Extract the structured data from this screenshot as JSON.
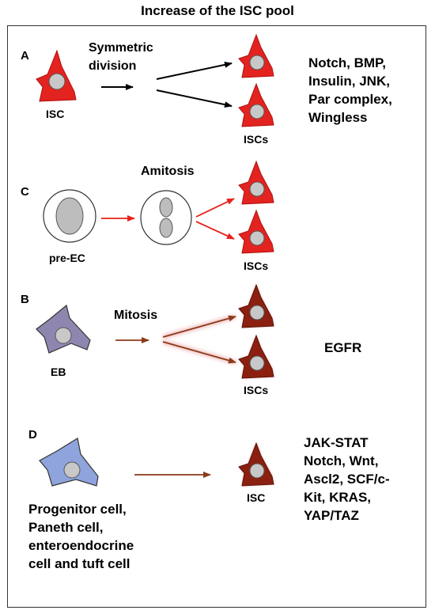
{
  "title": "Increase of the ISC pool",
  "panels": {
    "A": {
      "letter": "A",
      "source_label": "ISC",
      "process_label_1": "Symmetric",
      "process_label_2": "division",
      "target_label": "ISCs",
      "factors": [
        "Notch, BMP,",
        "Insulin,  JNK,",
        "Par complex,",
        "Wingless"
      ]
    },
    "C": {
      "letter": "C",
      "source_label": "pre-EC",
      "process_label": "Amitosis",
      "target_label": "ISCs"
    },
    "B": {
      "letter": "B",
      "source_label": "EB",
      "process_label": "Mitosis",
      "target_label": "ISCs",
      "factors": [
        "EGFR"
      ]
    },
    "D": {
      "letter": "D",
      "source_label": [
        "Progenitor cell,",
        "Paneth cell,",
        "enteroendocrine",
        "cell and tuft cell"
      ],
      "target_label": "ISC",
      "factors": [
        "JAK-STAT",
        "Notch, Wnt,",
        "Ascl2, SCF/c-",
        "Kit, KRAS,",
        "YAP/TAZ"
      ]
    }
  },
  "colors": {
    "isc_red": "#e3231f",
    "isc_dark": "#8b2010",
    "nucleus": "#c8c8c8",
    "eb_purple": "#8f86b0",
    "progenitor_blue": "#8fa3dc",
    "arrow_red": "#e8211c",
    "arrow_brown": "#8b3a1a"
  }
}
